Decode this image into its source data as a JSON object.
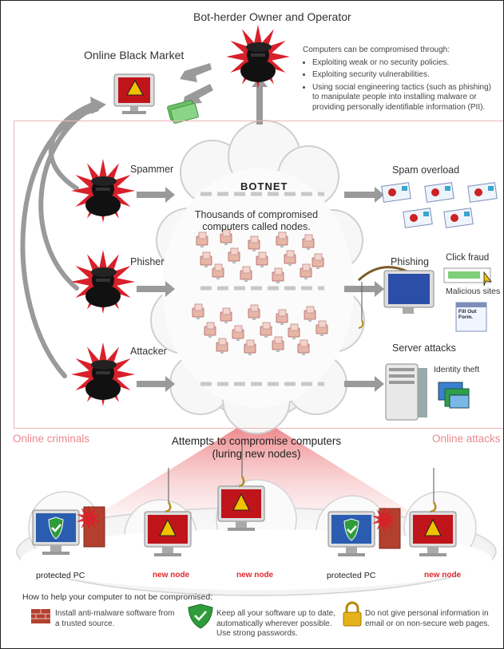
{
  "header": {
    "bot_herder": "Bot-herder Owner and Operator",
    "black_market": "Online Black Market"
  },
  "compromise_notes": {
    "intro": "Computers can be compromised through:",
    "items": [
      "Exploiting weak or no security policies.",
      "Exploiting security vulnerabilities.",
      "Using social engineering tactics (such as phishing) to manipulate people into installing malware or providing personally identifiable information (PII)."
    ]
  },
  "criminals": [
    "Spammer",
    "Phisher",
    "Attacker"
  ],
  "botnet": {
    "title": "BOTNET",
    "subtitle": "Thousands of compromised computers called nodes."
  },
  "attacks": {
    "spam": "Spam overload",
    "phishing": "Phishing",
    "click_fraud": "Click fraud",
    "malicious_sites": "Malicious sites",
    "form_text": "Fill Out Form.",
    "server": "Server attacks",
    "identity": "Identity theft"
  },
  "sections": {
    "criminals": "Online criminals",
    "attacks": "Online attacks"
  },
  "lure": {
    "title": "Attempts to compromise computers",
    "subtitle": "(luring new nodes)"
  },
  "computers": [
    {
      "label": "protected PC",
      "status": "protected"
    },
    {
      "label": "new node",
      "status": "compromised"
    },
    {
      "label": "new node",
      "status": "compromised"
    },
    {
      "label": "protected PC",
      "status": "protected"
    },
    {
      "label": "new node",
      "status": "compromised"
    }
  ],
  "help": {
    "title": "How to help your computer to not be compromised:",
    "tips": [
      {
        "icon": "firewall-icon",
        "text": "Install anti-malware software from a trusted source."
      },
      {
        "icon": "shield-icon",
        "text": "Keep all your software up to date, automatically wherever possible. Use strong passwords."
      },
      {
        "icon": "lock-icon",
        "text": "Do not give personal information in email or on non-secure web pages."
      }
    ]
  },
  "colors": {
    "accent_red": "#e0282d",
    "section_pink": "#e88a8e",
    "frame_pink": "#f0b4b6",
    "arrow_gray": "#9a9a9a"
  }
}
